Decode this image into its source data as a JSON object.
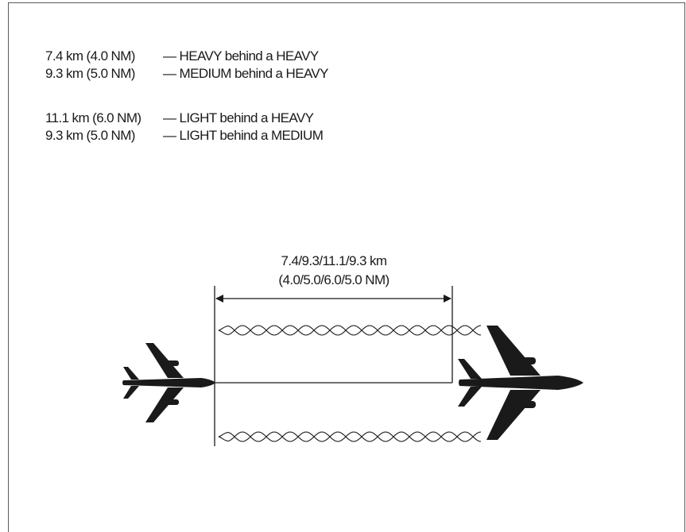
{
  "legend": {
    "group1": [
      {
        "distance": "7.4 km (4.0 NM)",
        "description": "— HEAVY behind a HEAVY"
      },
      {
        "distance": "9.3 km (5.0 NM)",
        "description": "— MEDIUM behind a HEAVY"
      }
    ],
    "group2": [
      {
        "distance": "11.1 km (6.0 NM)",
        "description": "— LIGHT behind a HEAVY"
      },
      {
        "distance": "9.3 km (5.0 NM)",
        "description": "— LIGHT behind a MEDIUM"
      }
    ]
  },
  "dimension": {
    "line1": "7.4/9.3/11.1/9.3 km",
    "line2": "(4.0/5.0/6.0/5.0 NM)"
  },
  "colors": {
    "ink": "#1a1a1a",
    "frame": "#5a5a5a"
  },
  "icons": {
    "leading_aircraft": "airplane-icon",
    "following_aircraft": "airplane-icon"
  }
}
